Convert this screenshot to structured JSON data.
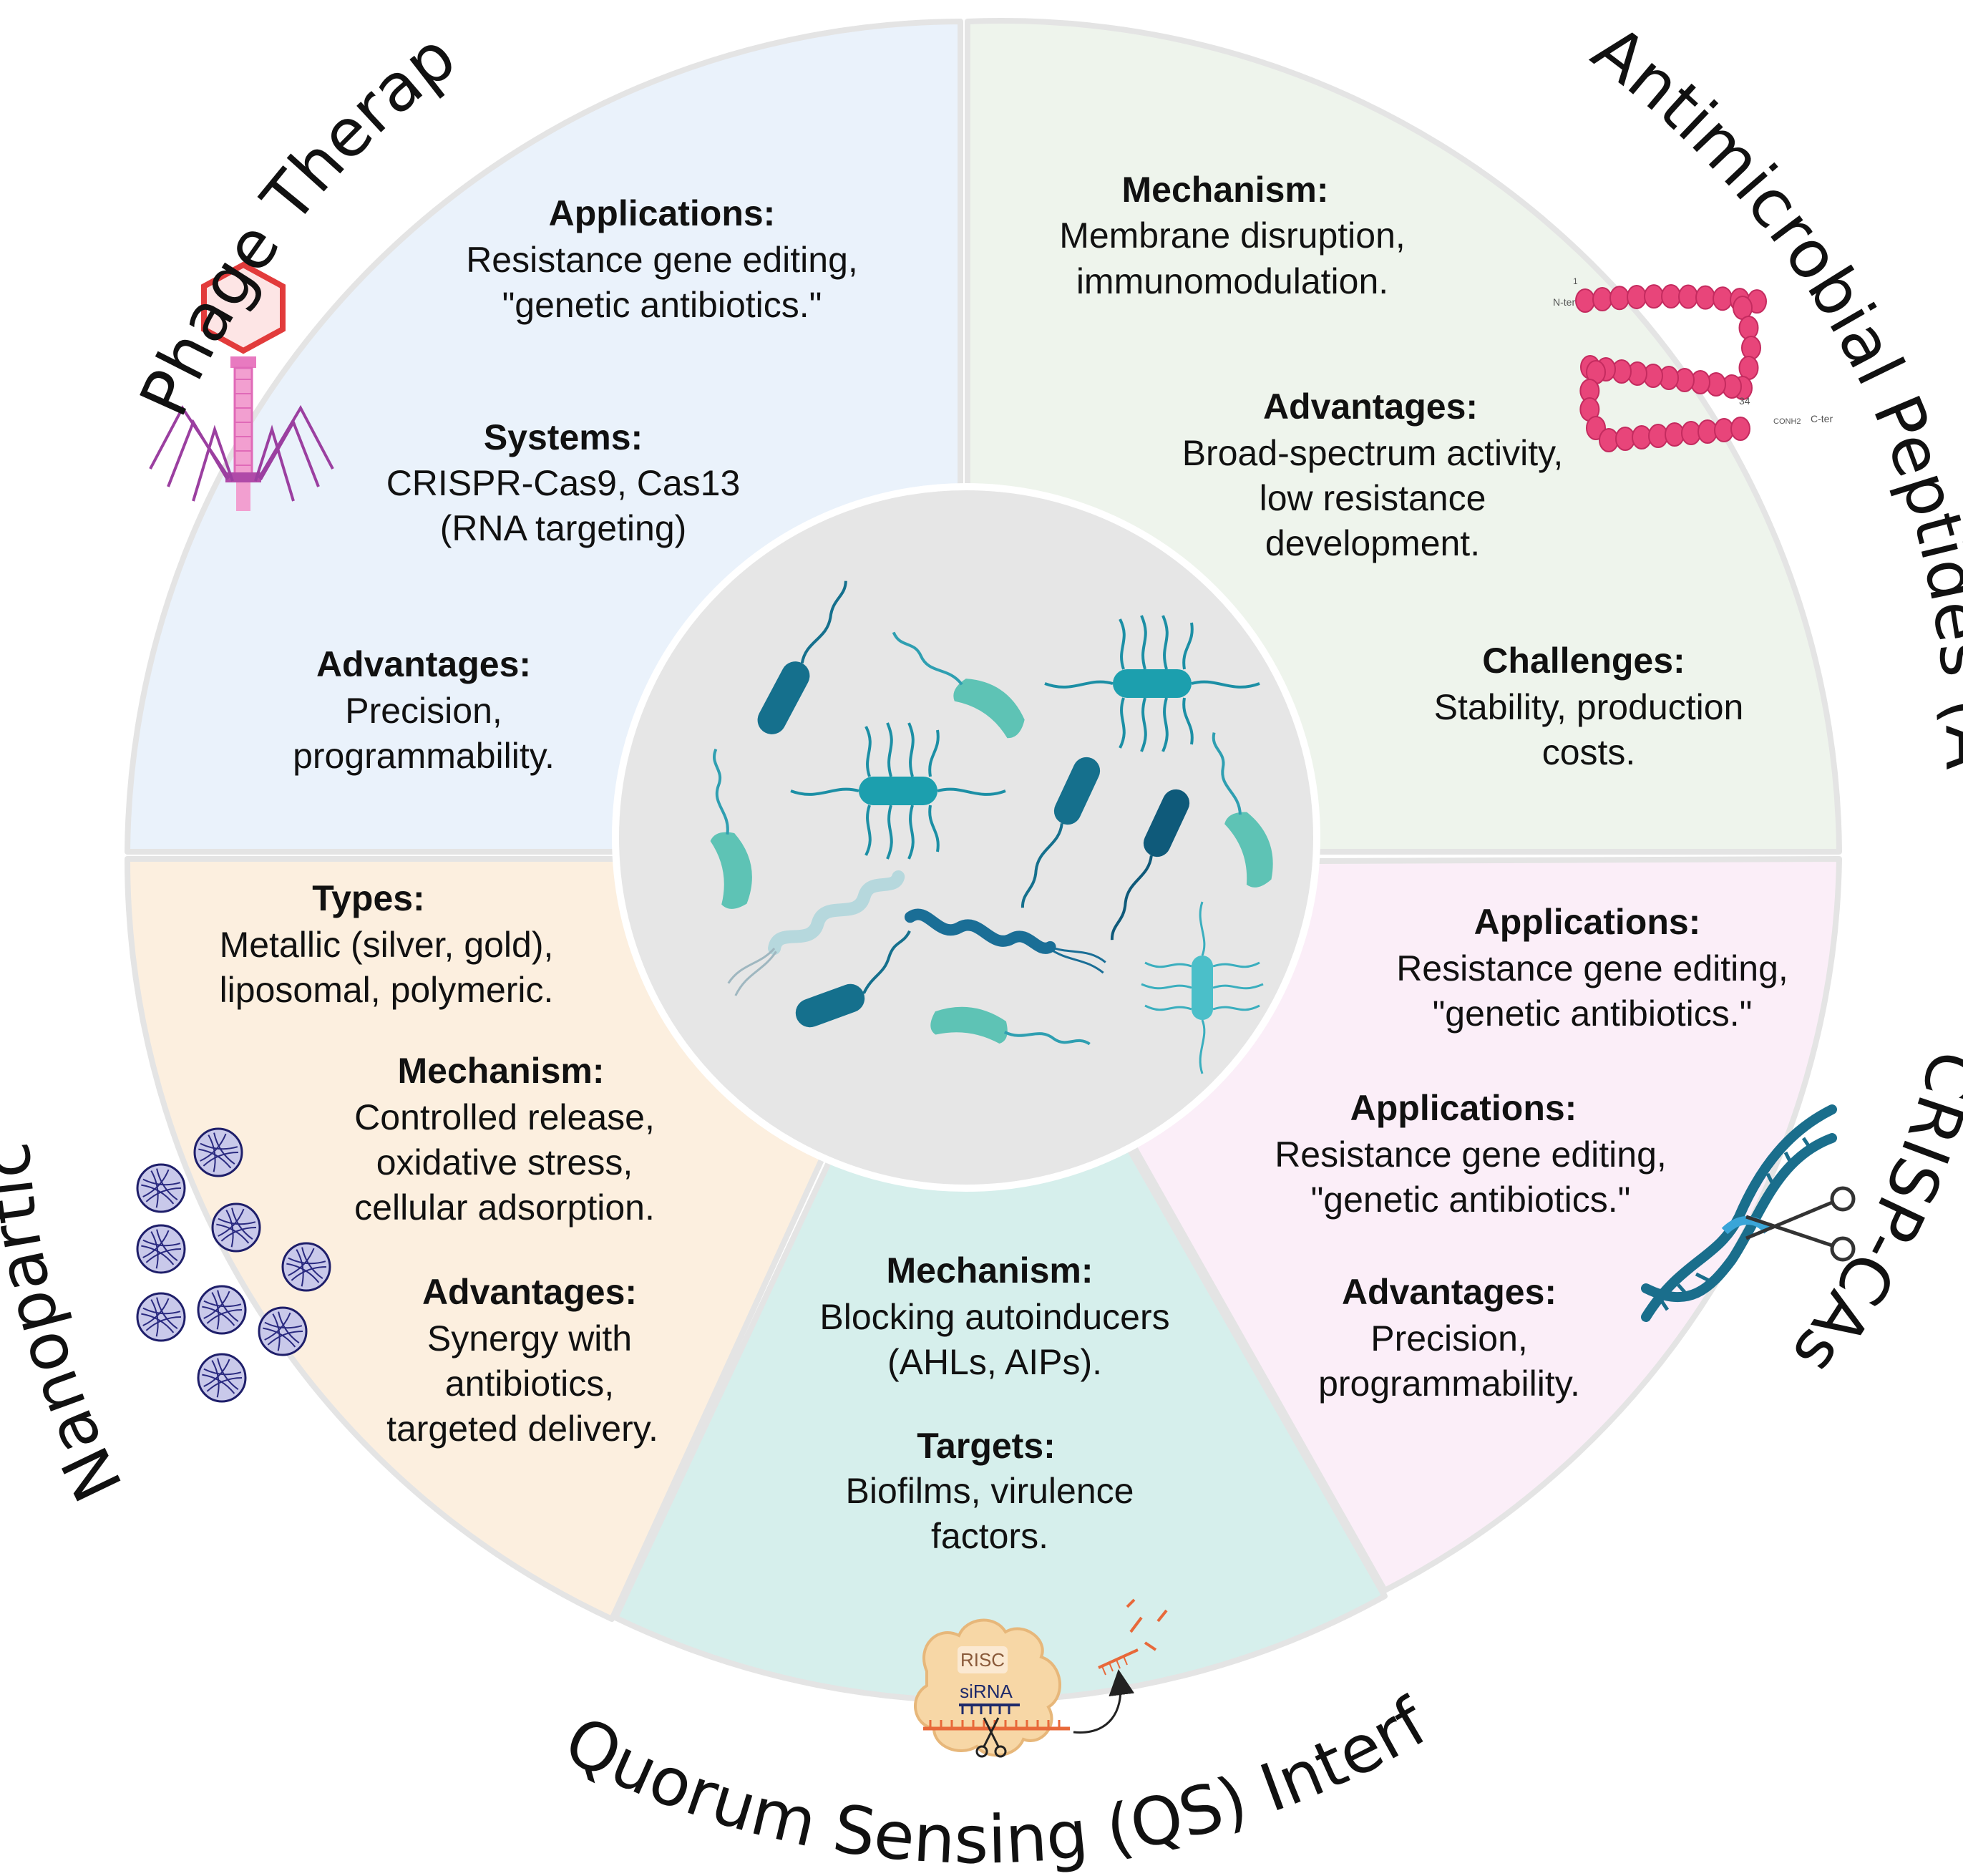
{
  "segments": {
    "phage": {
      "title": "Phage Therapy",
      "applications_label": "Applications:",
      "applications_lines": [
        "Resistance gene editing,",
        "\"genetic antibiotics.\""
      ],
      "systems_label": "Systems:",
      "systems_lines": [
        "CRISPR-Cas9, Cas13",
        "(RNA targeting)"
      ],
      "advantages_label": "Advantages:",
      "advantages_lines": [
        "Precision,",
        "programmability."
      ]
    },
    "amp": {
      "title": "Antimicrobial Peptides (AMPs)",
      "mechanism_label": "Mechanism:",
      "mechanism_lines": [
        "Membrane disruption,",
        "immunomodulation."
      ],
      "advantages_label": "Advantages:",
      "advantages_lines": [
        "Broad-spectrum activity,",
        "low resistance",
        "development."
      ],
      "challenges_label": "Challenges:",
      "challenges_lines": [
        "Stability, production",
        "costs."
      ],
      "peptide_start": "N-ter",
      "peptide_start_num": "1",
      "peptide_end": "C-ter",
      "peptide_end_num": "34",
      "peptide_end_group": "CONH2"
    },
    "crispr": {
      "title": "CRISP-CAs",
      "applications1_label": "Applications:",
      "applications1_lines": [
        "Resistance gene editing,",
        "\"genetic antibiotics.\""
      ],
      "applications2_label": "Applications:",
      "applications2_lines": [
        "Resistance gene editing,",
        "\"genetic antibiotics.\""
      ],
      "advantages_label": "Advantages:",
      "advantages_lines": [
        "Precision,",
        "programmability."
      ]
    },
    "qs": {
      "title": "Quorum Sensing (QS) Interference",
      "mechanism_label": "Mechanism:",
      "mechanism_lines": [
        "Blocking autoinducers",
        "(AHLs, AIPs)."
      ],
      "targets_label": "Targets:",
      "targets_lines": [
        "Biofilms, virulence",
        "factors."
      ],
      "risc_label": "RISC",
      "sirna_label": "siRNA"
    },
    "nano": {
      "title": "Nanoparticles",
      "types_label": "Types:",
      "types_lines": [
        "Metallic (silver, gold),",
        "liposomal, polymeric."
      ],
      "mechanism_label": "Mechanism:",
      "mechanism_lines": [
        "Controlled release,",
        "oxidative stress,",
        "cellular adsorption."
      ],
      "advantages_label": "Advantages:",
      "advantages_lines": [
        "Synergy with",
        "antibiotics,",
        "targeted delivery."
      ]
    }
  },
  "colors": {
    "phage_fill": "#eaf2fb",
    "amp_fill": "#eef4ec",
    "crispr_fill": "#fbeef8",
    "qs_fill": "#d6efec",
    "nano_fill": "#fcefdf",
    "center_fill": "#e6e6e6",
    "divider": "#e4e4e4",
    "bacteria_dark": "#1a6e8c",
    "bacteria_light": "#5ec3b5",
    "peptide": "#e8457a",
    "phage_capsid": "#e23b3b",
    "phage_tail": "#e87ac0"
  },
  "icons": [
    "bacteria-cluster-icon",
    "bacteriophage-icon",
    "peptide-chain-icon",
    "dna-scissors-icon",
    "risc-sirna-icon",
    "nanoparticle-cluster-icon"
  ]
}
